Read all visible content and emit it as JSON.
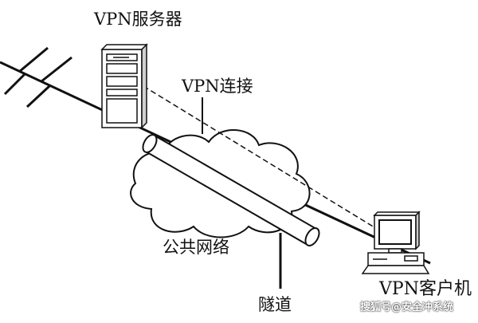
{
  "labels": {
    "vpn_server": "VPN服务器",
    "vpn_connection": "VPN连接",
    "public_network": "公共网络",
    "tunnel": "隧道",
    "vpn_client": "VPN客户机"
  },
  "watermark": "搜狐号@安全冲系统",
  "colors": {
    "line": "#111111",
    "background": "#ffffff"
  },
  "icons": [
    "server-tower-icon",
    "cloud-icon",
    "tunnel-pipe-icon",
    "client-computer-icon"
  ]
}
